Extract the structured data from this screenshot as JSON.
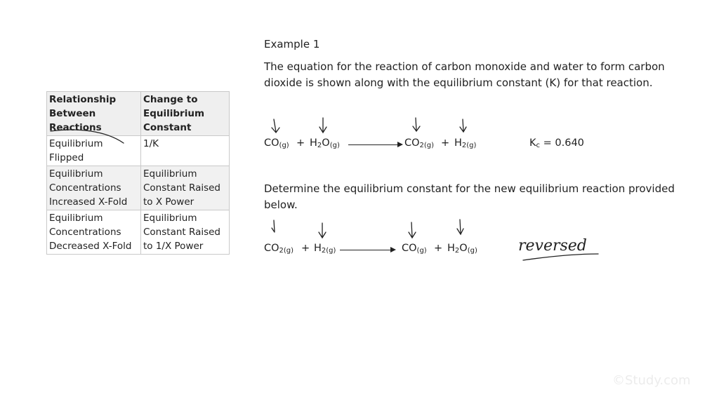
{
  "table": {
    "headers": [
      "Relationship Between Reactions",
      "Change to Equilibrium Constant"
    ],
    "rows": [
      {
        "relationship": "Equilibrium Flipped",
        "change": "1/K"
      },
      {
        "relationship": "Equilibrium Concentrations Increased X-Fold",
        "change": "Equilibrium Constant Raised to X Power"
      },
      {
        "relationship": "Equilibrium Concentrations Decreased X-Fold",
        "change": "Equilibrium Constant Raised to 1/X Power"
      }
    ]
  },
  "example": {
    "title": "Example 1",
    "intro": "The equation for the reaction of carbon monoxide and water to form carbon dioxide is shown along with the equilibrium constant (K) for that reaction.",
    "question": "Determine the equilibrium constant for the new equilibrium reaction provided below."
  },
  "reaction1": {
    "r1": "CO",
    "r1_state": "(g)",
    "plus": "+",
    "r2a": "H",
    "r2_sub": "2",
    "r2b": "O",
    "r2_state": "(g)",
    "p1": "CO",
    "p1_sub": "2(g)",
    "p2": "H",
    "p2_sub": "2(g)",
    "k_label": "K",
    "k_sub": "c",
    "k_value": "= 0.640"
  },
  "reaction2": {
    "r1": "CO",
    "r1_sub": "2(g)",
    "plus": "+",
    "r2": "H",
    "r2_sub": "2(g)",
    "p1": "CO",
    "p1_state": "(g)",
    "p2a": "H",
    "p2_sub": "2",
    "p2b": "O",
    "p2_state": "(g)"
  },
  "annotation": {
    "handwritten": "reversed"
  },
  "watermark": "©Study.com"
}
